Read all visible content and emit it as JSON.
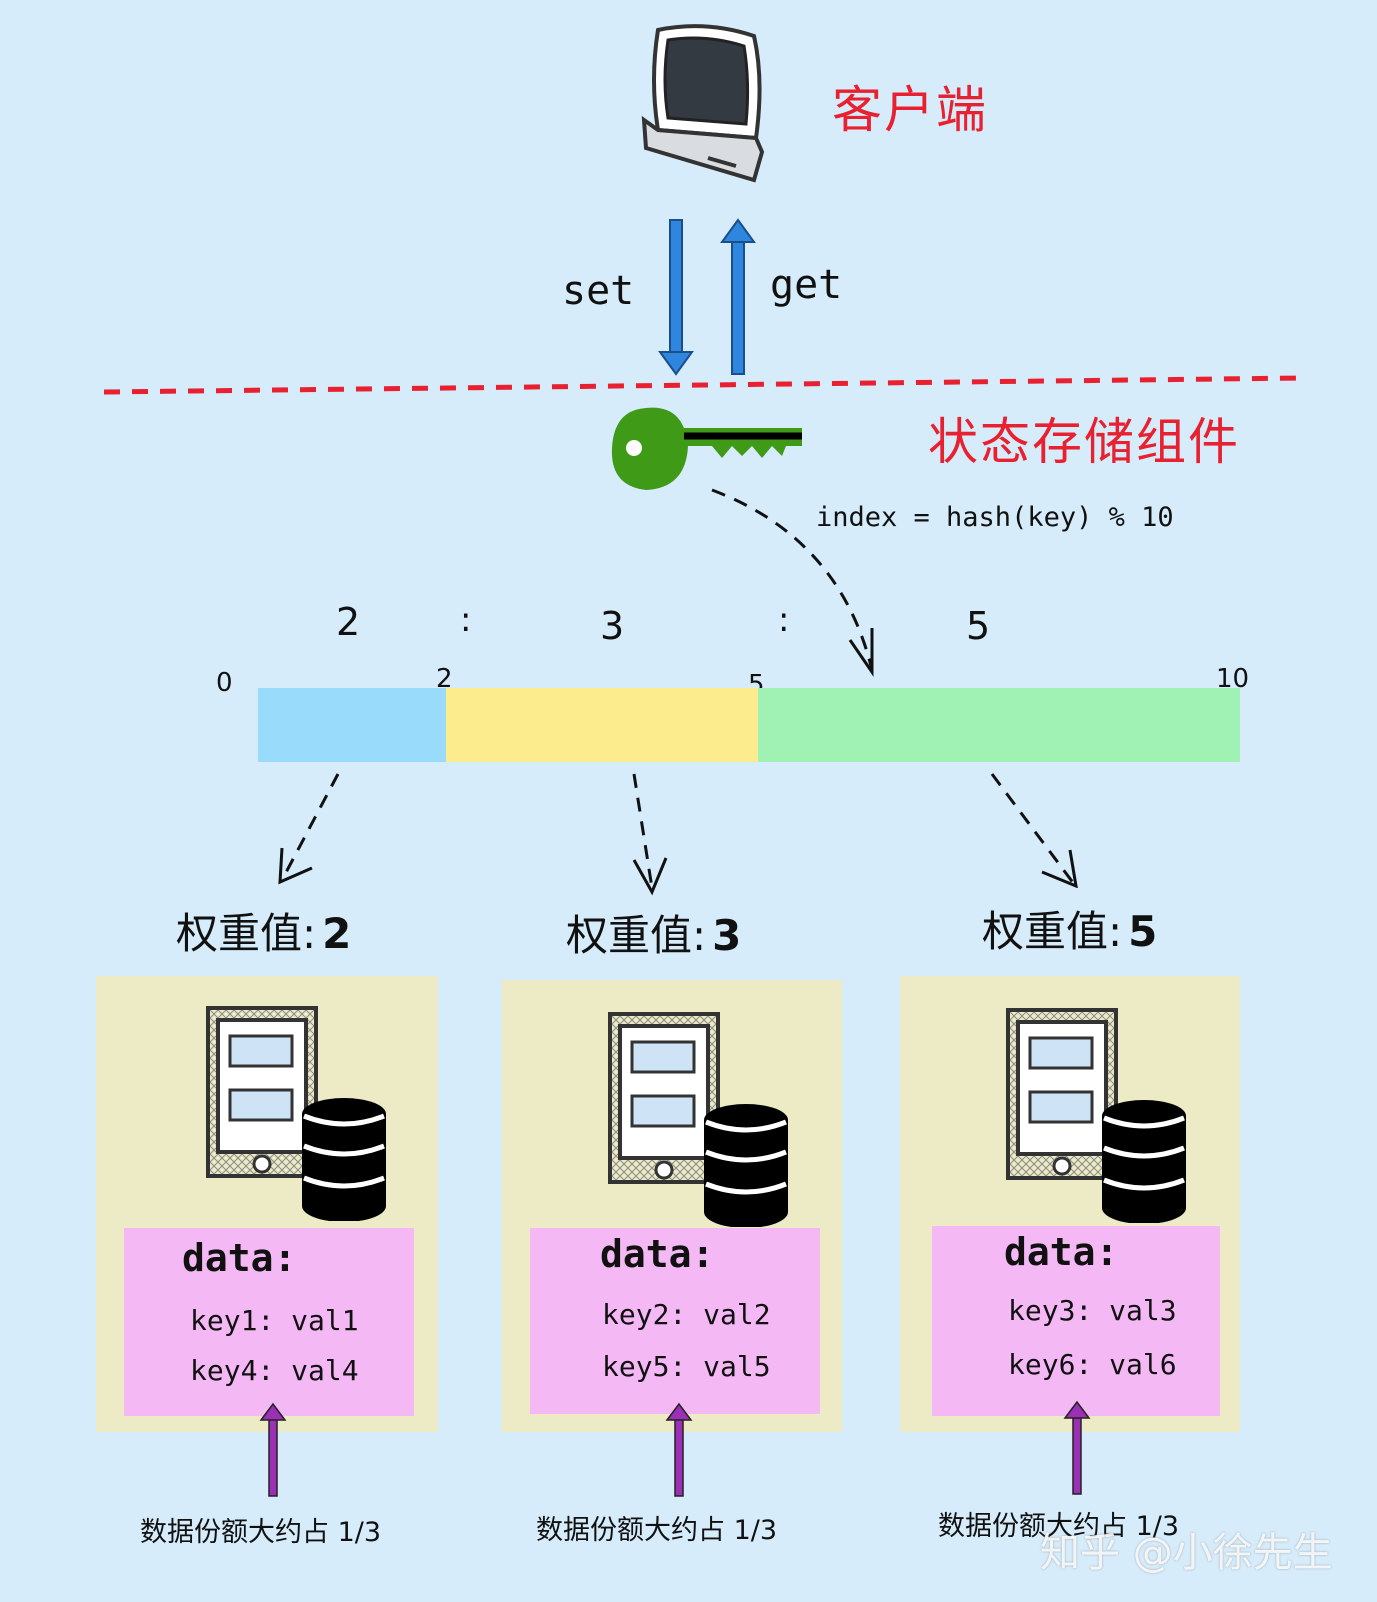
{
  "colors": {
    "background": "#d6ecfb",
    "boundary_line": "#e8202f",
    "label_red": "#e8202f",
    "arrow_blue": "#2e86de",
    "key_green": "#3f9a17",
    "segment_1": "#99dbfa",
    "segment_2": "#fdec8d",
    "segment_3": "#a0f2b4",
    "node_card": "#ecebc5",
    "data_box": "#f4b9f5",
    "purple_arrow": "#9b2fb5"
  },
  "client": {
    "label": "客户端",
    "icon": "computer-monitor-icon"
  },
  "requests": {
    "set_label": "set",
    "get_label": "get"
  },
  "storage": {
    "label": "状态存储组件",
    "icon": "key-icon"
  },
  "hash_formula": "index = hash(key) % 10",
  "ratio": {
    "weights": [
      "2",
      "3",
      "5"
    ],
    "separators": [
      ":",
      ":"
    ]
  },
  "range_bar": {
    "ticks": [
      "0",
      "2",
      "5",
      "10"
    ]
  },
  "nodes": [
    {
      "weight_label": "权重值:",
      "weight_value": "2",
      "data_title": "data:",
      "rows": [
        "key1: val1",
        "key4: val4"
      ],
      "caption": "数据份额大约占 1/3"
    },
    {
      "weight_label": "权重值:",
      "weight_value": "3",
      "data_title": "data:",
      "rows": [
        "key2: val2",
        "key5: val5"
      ],
      "caption": "数据份额大约占 1/3"
    },
    {
      "weight_label": "权重值:",
      "weight_value": "5",
      "data_title": "data:",
      "rows": [
        "key3: val3",
        "key6: val6"
      ],
      "caption": "数据份额大约占 1/3"
    }
  ],
  "watermark": "知乎 @小徐先生"
}
